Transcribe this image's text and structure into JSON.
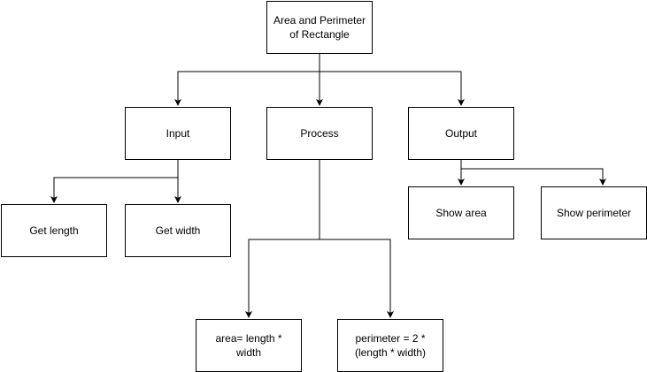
{
  "nodes": {
    "root": "Area and Perimeter\nof Rectangle",
    "input": "Input",
    "process": "Process",
    "output": "Output",
    "get_length": "Get length",
    "get_width": "Get width",
    "show_area": "Show area",
    "show_perimeter": "Show perimeter",
    "area_formula": "area= length * width",
    "perimeter_formula": "perimeter = 2 *\n(length * width)"
  },
  "edges": [
    {
      "from": "root",
      "to": "input"
    },
    {
      "from": "root",
      "to": "process"
    },
    {
      "from": "root",
      "to": "output"
    },
    {
      "from": "input",
      "to": "get_length"
    },
    {
      "from": "input",
      "to": "get_width"
    },
    {
      "from": "process",
      "to": "area_formula"
    },
    {
      "from": "process",
      "to": "perimeter_formula"
    },
    {
      "from": "output",
      "to": "show_area"
    },
    {
      "from": "output",
      "to": "show_perimeter"
    }
  ],
  "colors": {
    "stroke": "#000000",
    "background": "#ffffff"
  }
}
